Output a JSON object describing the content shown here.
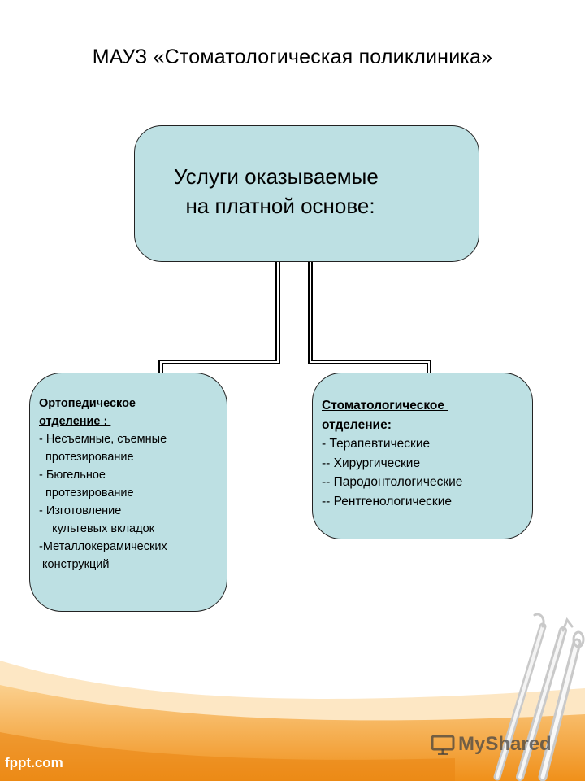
{
  "title": "МАУЗ «Стоматологическая поликлиника»",
  "root": {
    "lines": [
      "Услуги оказываемые",
      "  на платной основе:"
    ]
  },
  "left_box": {
    "heading": [
      "Ортопедическое ",
      "отделение : "
    ],
    "lines": [
      "- Несъемные, съемные",
      "  протезирование",
      "- Бюгельное",
      "  протезирование",
      "- Изготовление",
      "    культевых вкладок",
      "-Металлокерамических",
      " конструкций"
    ]
  },
  "right_box": {
    "heading": [
      "Стоматологическое ",
      "отделение:"
    ],
    "lines": [
      "- Терапевтические",
      "-- Хирургические",
      "-- Пародонтологические",
      "-- Рентгенологические"
    ]
  },
  "footer": {
    "brand": "fppt.com",
    "watermark": "MyShared"
  },
  "colors": {
    "box_fill": "#bde0e3",
    "footer_orange": "#f39a1f",
    "footer_light": "#fde7c4"
  }
}
